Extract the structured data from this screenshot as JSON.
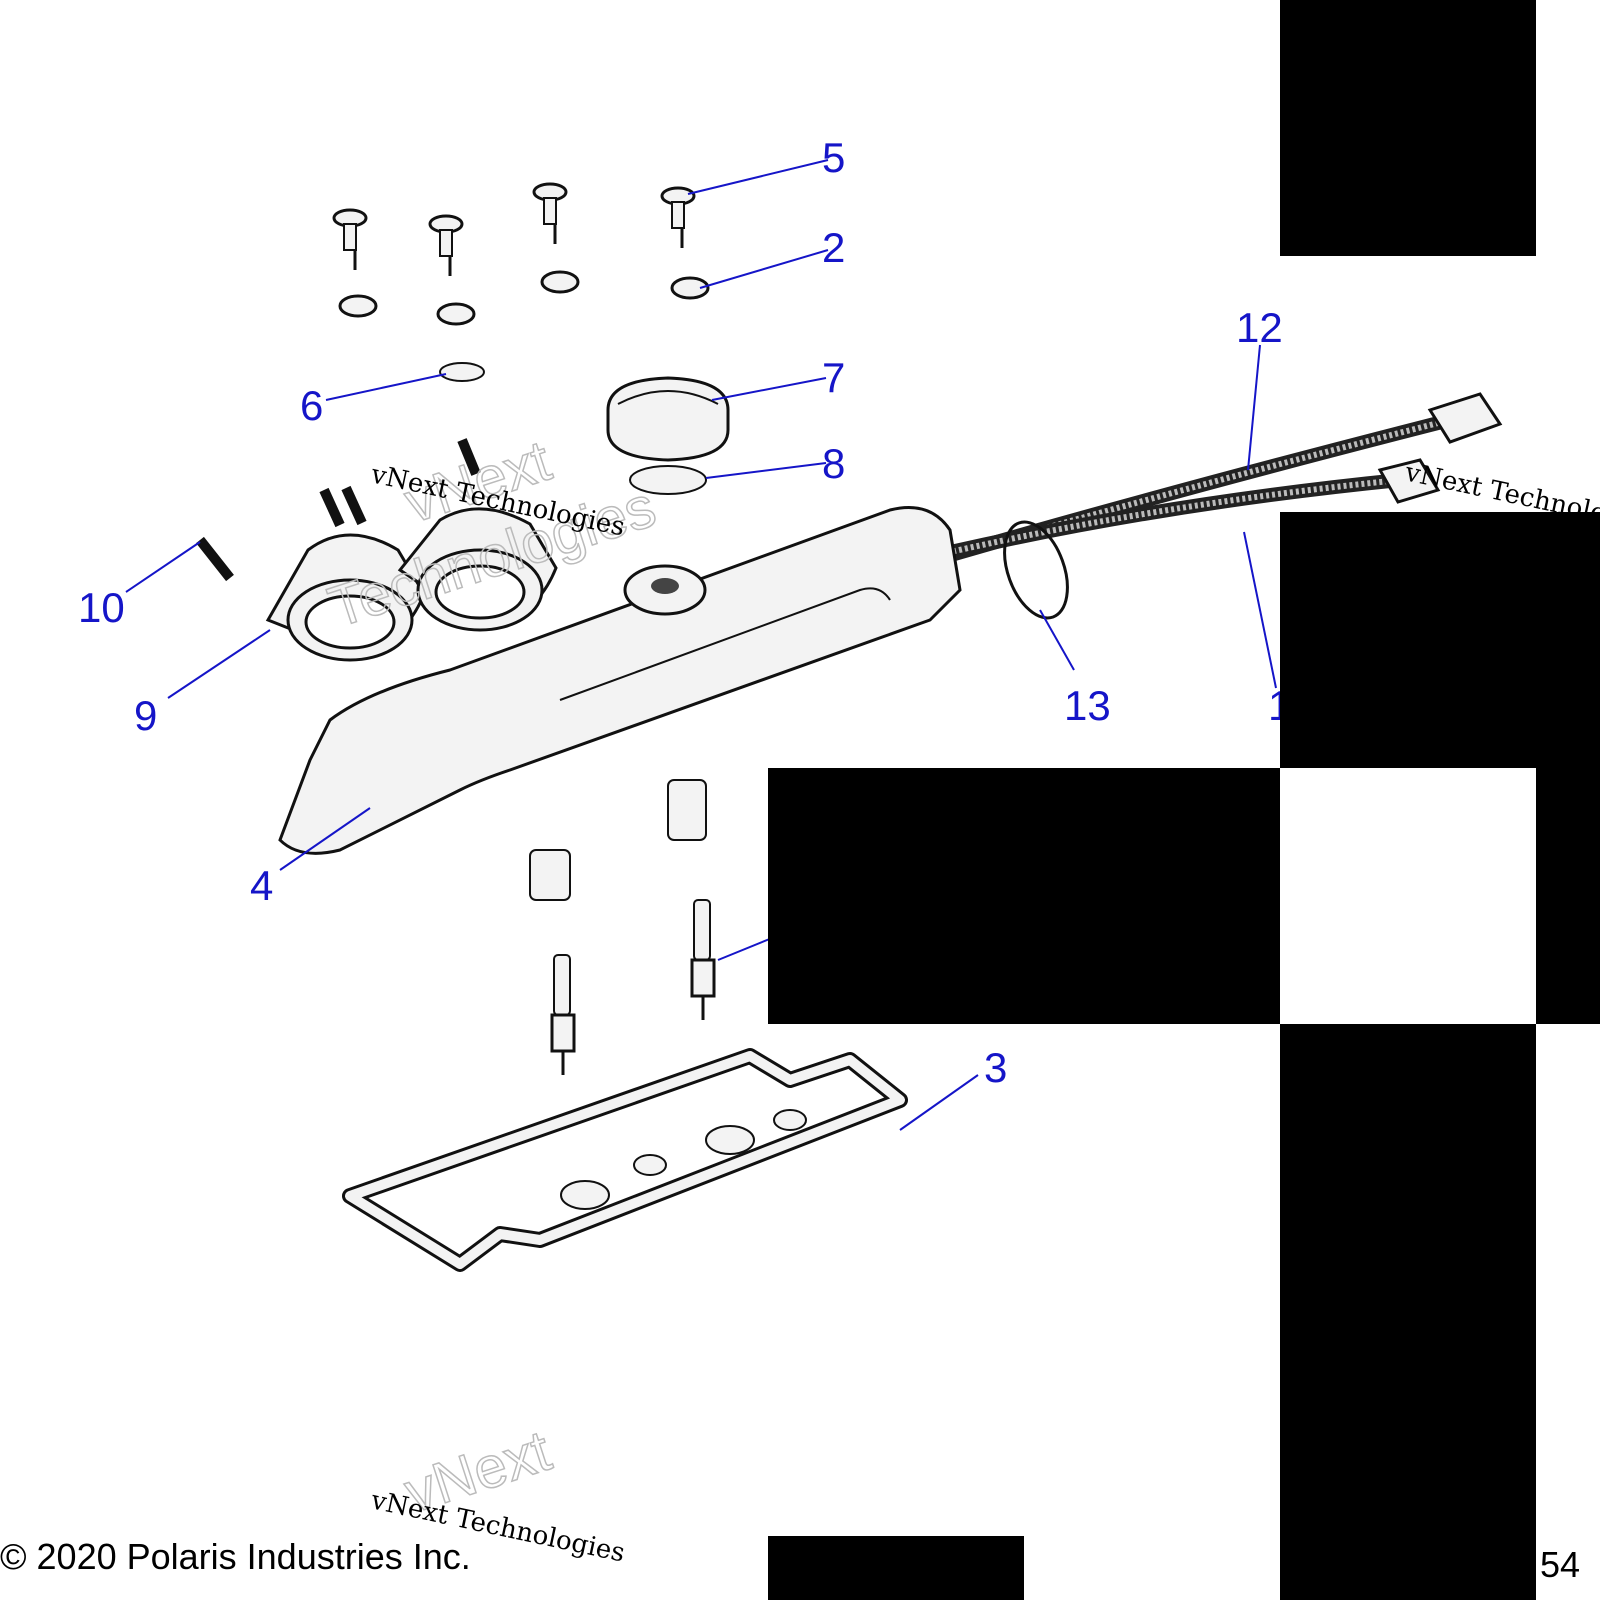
{
  "diagram": {
    "callouts": [
      "5",
      "2",
      "12",
      "7",
      "6",
      "8",
      "10",
      "9",
      "13",
      "1",
      "4",
      "3"
    ],
    "watermark": "vNext Technologies",
    "watermark_short": "vNext",
    "watermark_fragment": "Technologies"
  },
  "footer": {
    "copyright": "© 2020 Polaris Industries Inc.",
    "page_fragment": "54"
  },
  "colors": {
    "callout": "#1515c8",
    "redaction": "#000000"
  }
}
